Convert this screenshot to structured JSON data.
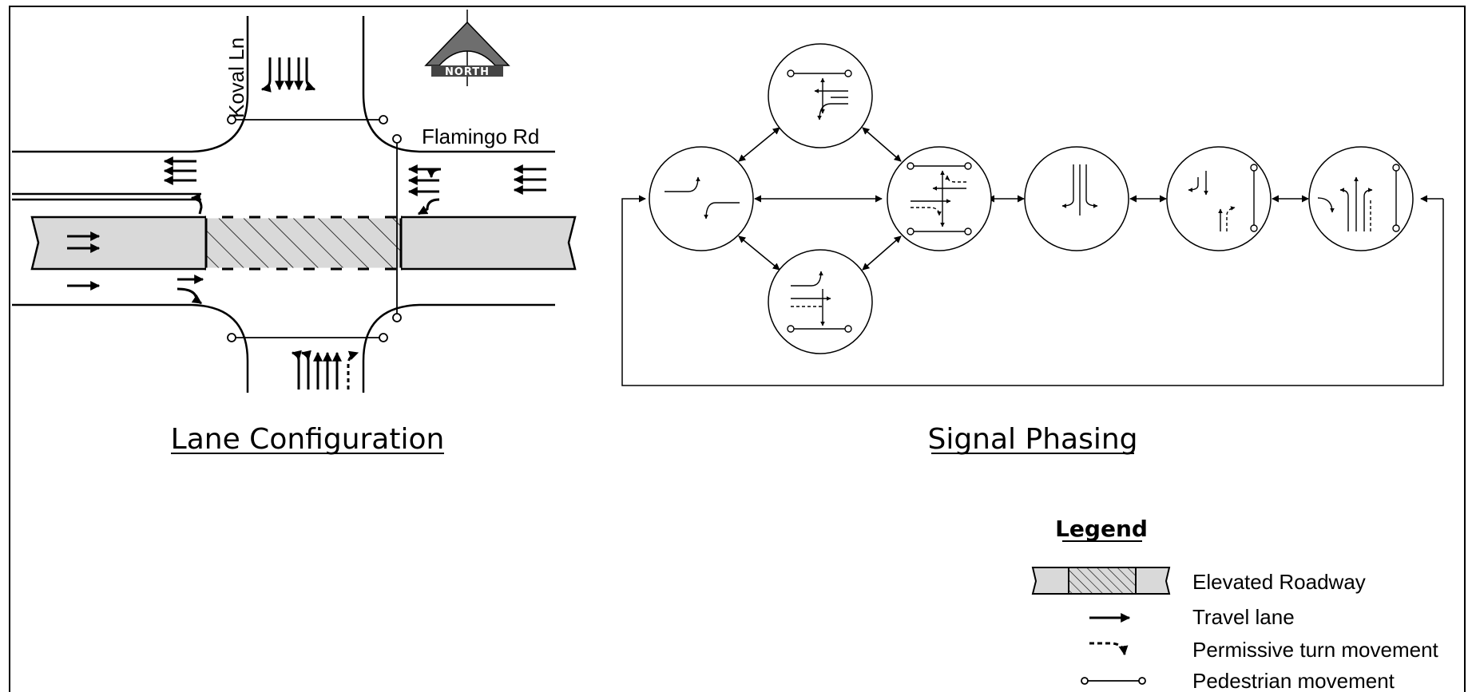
{
  "labels": {
    "street_ns": "Koval Ln",
    "street_ew": "Flamingo Rd",
    "north": "NORTH"
  },
  "titles": {
    "lane_configuration": "Lane Configuration",
    "signal_phasing": "Signal Phasing"
  },
  "legend": {
    "title": "Legend",
    "items": [
      {
        "symbol": "elevated-roadway",
        "label": "Elevated Roadway"
      },
      {
        "symbol": "travel-lane",
        "label": "Travel lane"
      },
      {
        "symbol": "permissive-turn",
        "label": "Permissive turn movement"
      },
      {
        "symbol": "pedestrian",
        "label": "Pedestrian movement"
      }
    ]
  },
  "colors": {
    "line": "#000000",
    "roadway_fill": "#d9d9d9",
    "north_fill": "#6e6e6e"
  }
}
